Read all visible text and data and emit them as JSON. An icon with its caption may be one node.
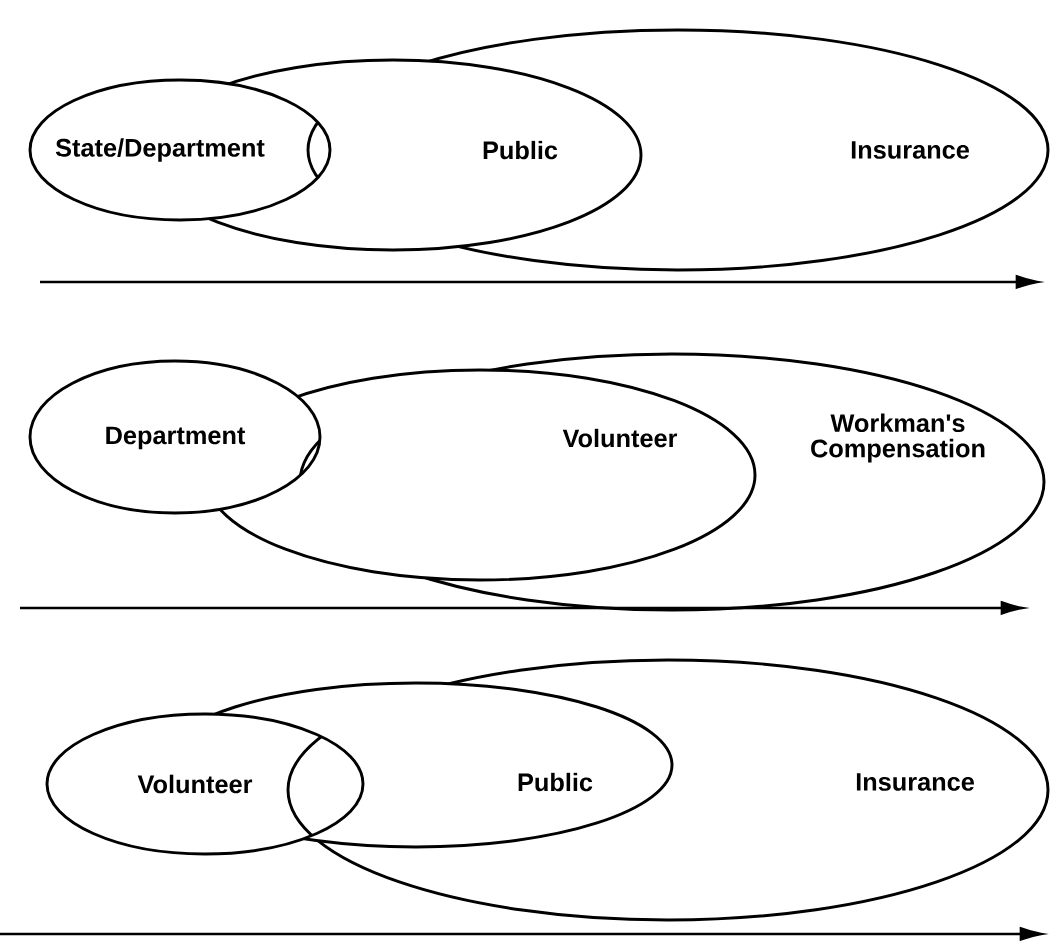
{
  "diagram": {
    "nodes": [
      {
        "text": [
          "State/Department"
        ]
      },
      {
        "text": [
          "Public"
        ]
      },
      {
        "text": [
          "Insurance"
        ]
      },
      {
        "text": [
          "Department"
        ]
      },
      {
        "text": [
          "Volunteer"
        ]
      },
      {
        "text": [
          "Workman's Compensation"
        ]
      },
      {
        "text": [
          "Volunteer"
        ]
      },
      {
        "text": [
          "Public"
        ]
      },
      {
        "text": [
          "Insurance"
        ]
      }
    ]
  }
}
